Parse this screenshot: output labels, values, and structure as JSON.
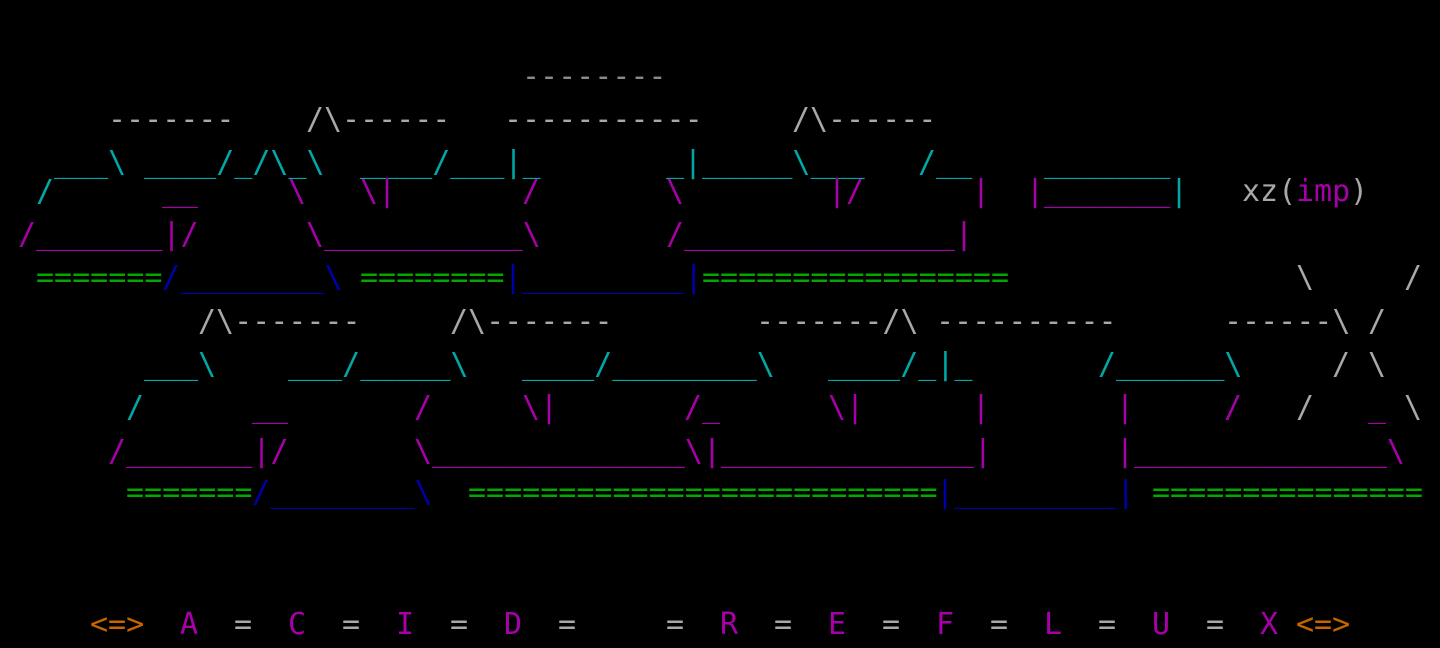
{
  "screen": {
    "title_label": {
      "prefix": "xz(",
      "emph": "imp",
      "suffix": ")"
    },
    "palette": {
      "gray": "#a8a8a8",
      "dgray": "#8a8a8a",
      "cyan": "#00a8a8",
      "magenta": "#a800a8",
      "green": "#00a800",
      "blue": "#0000a8",
      "orange": "#c86400"
    },
    "art_rows": [
      {
        "row": 0,
        "runs": [
          [
            29,
            "--------",
            "dgray"
          ]
        ]
      },
      {
        "row": 1,
        "runs": [
          [
            6,
            "-------",
            "gray"
          ],
          [
            17,
            "/\\",
            "gray"
          ],
          [
            19,
            "------",
            "gray"
          ],
          [
            28,
            "-----------",
            "gray"
          ],
          [
            44,
            "/\\",
            "gray"
          ],
          [
            46,
            "------",
            "gray"
          ]
        ]
      },
      {
        "row": 2,
        "runs": [
          [
            3,
            "___\\",
            "cyan"
          ],
          [
            8,
            "____/_/\\_\\",
            "cyan"
          ],
          [
            20,
            "____/___|_",
            "cyan"
          ],
          [
            37,
            "_|_____\\___",
            "cyan"
          ],
          [
            51,
            "/__",
            "cyan"
          ],
          [
            58,
            "_______",
            "cyan"
          ]
        ]
      },
      {
        "row": 3,
        "runs": [
          [
            2,
            "/",
            "cyan"
          ],
          [
            9,
            "__",
            "magenta"
          ],
          [
            16,
            "\\",
            "magenta"
          ],
          [
            20,
            "\\|",
            "magenta"
          ],
          [
            29,
            "/",
            "magenta"
          ],
          [
            37,
            "\\",
            "magenta"
          ],
          [
            46,
            "|/",
            "magenta"
          ],
          [
            54,
            "|",
            "magenta"
          ],
          [
            57,
            "|_______",
            "magenta"
          ],
          [
            65,
            "|",
            "cyan"
          ]
        ]
      },
      {
        "row": 4,
        "runs": [
          [
            1,
            "/_______|/",
            "magenta"
          ],
          [
            17,
            "\\___________\\",
            "magenta"
          ],
          [
            37,
            "/_______________|",
            "magenta"
          ]
        ]
      },
      {
        "row": 5,
        "runs": [
          [
            2,
            "=======",
            "green"
          ],
          [
            9,
            "/________\\",
            "blue"
          ],
          [
            20,
            "========",
            "green"
          ],
          [
            28,
            "|_________|",
            "blue"
          ],
          [
            39,
            "=================",
            "green"
          ],
          [
            72,
            "\\",
            "gray"
          ],
          [
            78,
            "/",
            "gray"
          ]
        ]
      },
      {
        "row": 6,
        "runs": [
          [
            11,
            "/\\-------",
            "gray"
          ],
          [
            25,
            "/\\-------",
            "gray"
          ],
          [
            42,
            "-------/\\",
            "gray"
          ],
          [
            52,
            "----------",
            "gray"
          ],
          [
            68,
            "------\\",
            "gray"
          ],
          [
            76,
            "/",
            "gray"
          ]
        ]
      },
      {
        "row": 7,
        "runs": [
          [
            8,
            "___\\",
            "cyan"
          ],
          [
            16,
            "___/_____\\",
            "cyan"
          ],
          [
            29,
            "____/________\\",
            "cyan"
          ],
          [
            46,
            "____/_|_",
            "cyan"
          ],
          [
            61,
            "/______\\",
            "cyan"
          ],
          [
            74,
            "/",
            "gray"
          ],
          [
            76,
            "\\",
            "gray"
          ]
        ]
      },
      {
        "row": 8,
        "runs": [
          [
            7,
            "/",
            "cyan"
          ],
          [
            14,
            "__",
            "magenta"
          ],
          [
            23,
            "/",
            "magenta"
          ],
          [
            29,
            "\\|",
            "magenta"
          ],
          [
            38,
            "/_",
            "magenta"
          ],
          [
            46,
            "\\|",
            "magenta"
          ],
          [
            54,
            "|",
            "magenta"
          ],
          [
            62,
            "|",
            "magenta"
          ],
          [
            68,
            "/",
            "magenta"
          ],
          [
            72,
            "/",
            "gray"
          ],
          [
            76,
            "_",
            "magenta"
          ],
          [
            78,
            "\\",
            "gray"
          ]
        ]
      },
      {
        "row": 9,
        "runs": [
          [
            6,
            "/_______|/",
            "magenta"
          ],
          [
            23,
            "\\______________\\|______________|",
            "magenta"
          ],
          [
            62,
            "|______________\\",
            "magenta"
          ]
        ]
      },
      {
        "row": 10,
        "runs": [
          [
            7,
            "=======",
            "green"
          ],
          [
            14,
            "/________\\",
            "blue"
          ],
          [
            26,
            "==========================",
            "green"
          ],
          [
            52,
            "|_________|",
            "blue"
          ],
          [
            64,
            "===============",
            "green"
          ]
        ]
      }
    ],
    "footer": {
      "left_arrow": "<=>",
      "right_arrow": "<=>",
      "separator": "=",
      "letters": [
        "A",
        "C",
        "I",
        "D",
        "",
        "R",
        "E",
        "F",
        "L",
        "U",
        "X"
      ]
    }
  }
}
